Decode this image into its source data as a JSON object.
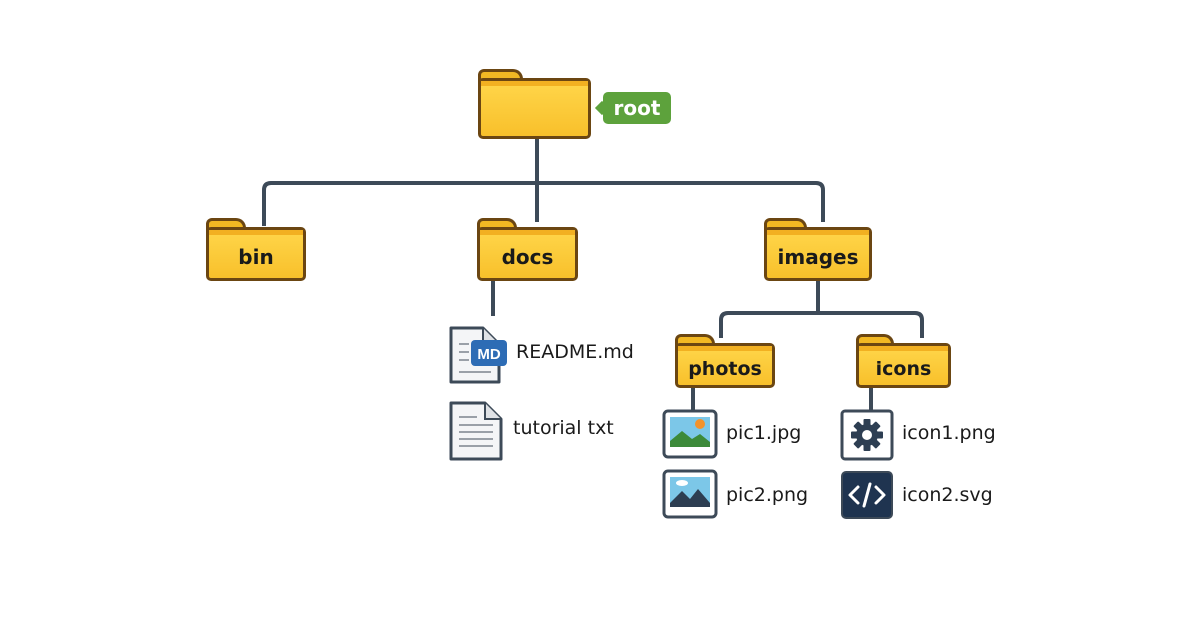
{
  "tree": {
    "root": {
      "label": "root"
    },
    "folders": {
      "bin": "bin",
      "docs": "docs",
      "images": "images",
      "photos": "photos",
      "icons": "icons"
    },
    "files": {
      "readme": {
        "name": "README.md",
        "badge": "MD",
        "icon": "markdown-file-icon"
      },
      "tutorial": {
        "name": "tutorial txt",
        "icon": "text-file-icon"
      },
      "pic1": {
        "name": "pic1.jpg",
        "icon": "image-file-icon"
      },
      "pic2": {
        "name": "pic2.png",
        "icon": "image-file-icon"
      },
      "icon1": {
        "name": "icon1.png",
        "icon": "gear-icon"
      },
      "icon2": {
        "name": "icon2.svg",
        "icon": "code-icon"
      }
    }
  },
  "colors": {
    "folder": "#f8c02b",
    "folder_outline": "#6b4612",
    "connector": "#3d4a58",
    "badge": "#5da23c",
    "md_badge": "#2d6cb5"
  }
}
